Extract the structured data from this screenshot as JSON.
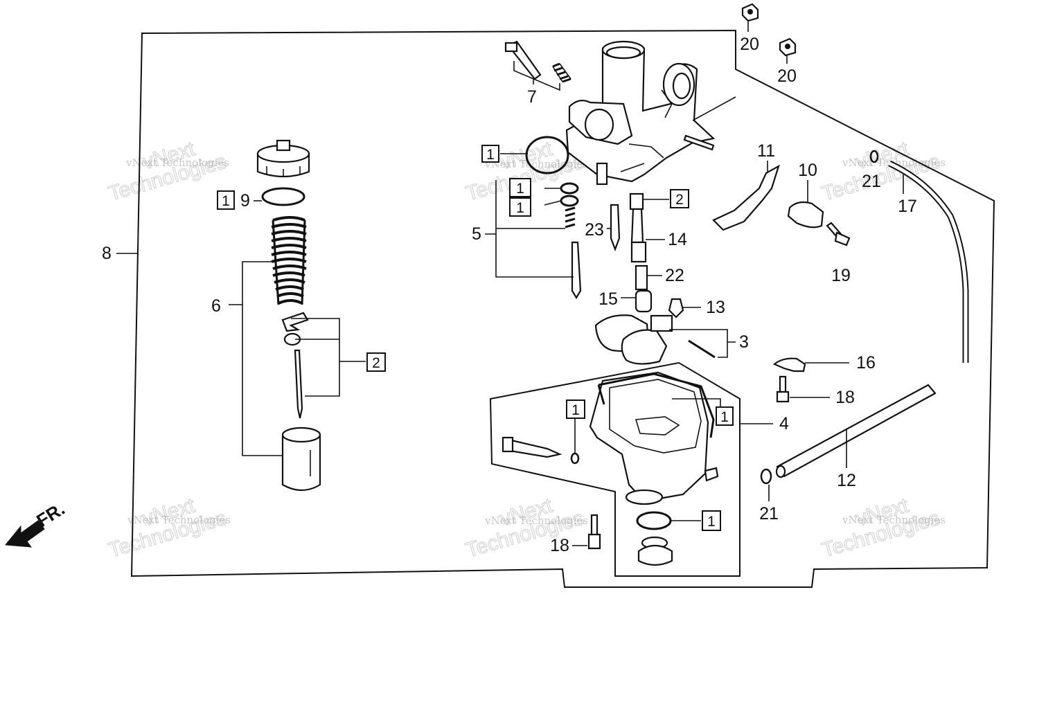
{
  "diagram": {
    "front_label": "FR.",
    "callouts": [
      {
        "id": "c8",
        "label": "8"
      },
      {
        "id": "c6",
        "label": "6"
      },
      {
        "id": "c9",
        "label": "9"
      },
      {
        "id": "c7",
        "label": "7"
      },
      {
        "id": "c5",
        "label": "5"
      },
      {
        "id": "c23",
        "label": "23"
      },
      {
        "id": "c14",
        "label": "14"
      },
      {
        "id": "c22",
        "label": "22"
      },
      {
        "id": "c15",
        "label": "15"
      },
      {
        "id": "c13",
        "label": "13"
      },
      {
        "id": "c3",
        "label": "3"
      },
      {
        "id": "c4",
        "label": "4"
      },
      {
        "id": "c18a",
        "label": "18"
      },
      {
        "id": "c11",
        "label": "11"
      },
      {
        "id": "c10",
        "label": "10"
      },
      {
        "id": "c19",
        "label": "19"
      },
      {
        "id": "c16",
        "label": "16"
      },
      {
        "id": "c18b",
        "label": "18"
      },
      {
        "id": "c12",
        "label": "12"
      },
      {
        "id": "c21a",
        "label": "21"
      },
      {
        "id": "c20a",
        "label": "20"
      },
      {
        "id": "c20b",
        "label": "20"
      },
      {
        "id": "c21b",
        "label": "21"
      },
      {
        "id": "c17",
        "label": "17"
      }
    ],
    "kit_boxes": [
      {
        "id": "b9",
        "label": "1"
      },
      {
        "id": "b6",
        "label": "2"
      },
      {
        "id": "bTop",
        "label": "1"
      },
      {
        "id": "b5a",
        "label": "1"
      },
      {
        "id": "b5b",
        "label": "1"
      },
      {
        "id": "b14",
        "label": "2"
      },
      {
        "id": "bPilot",
        "label": "1"
      },
      {
        "id": "bGask",
        "label": "1"
      },
      {
        "id": "bBowl",
        "label": "1"
      }
    ]
  },
  "watermarks": {
    "brand_line1": "vNext",
    "brand_line2": "Technologies",
    "small_text": "vNext Technologies"
  }
}
